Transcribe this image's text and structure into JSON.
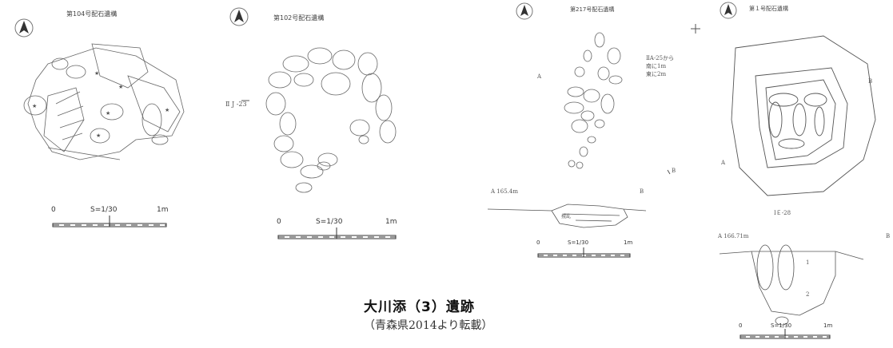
{
  "panels": [
    {
      "title": "第104号配石遺構",
      "scale": {
        "zero": "0",
        "ratio": "S=1/30",
        "end": "1m"
      },
      "labels": [
        "★",
        "★",
        "★",
        "★",
        "★",
        "★"
      ]
    },
    {
      "title": "第102号配石遺構",
      "scale": {
        "zero": "0",
        "ratio": "S=1/30",
        "end": "1m"
      },
      "labels": [
        "Ⅱ J -23"
      ]
    },
    {
      "title": "第217号配石遺構",
      "scale": {
        "zero": "0",
        "ratio": "S=1/30",
        "end": "1m"
      },
      "labels": [
        "ⅡA-25から",
        "南に1m",
        "東に2m",
        "A  165.4m",
        "B",
        "A",
        "B",
        "撹乱"
      ]
    },
    {
      "title": "第１号配石遺構",
      "scale": {
        "zero": "0",
        "ratio": "S=1/30",
        "end": "1m"
      },
      "labels": [
        "A",
        "B",
        "ⅠＥ-28",
        "A  166.71m",
        "B",
        "1",
        "2"
      ]
    }
  ],
  "caption": {
    "main": "大川添（3）遺跡",
    "sub": "（青森県2014より転載）"
  },
  "colors": {
    "line": "#555555",
    "text": "#111111"
  }
}
